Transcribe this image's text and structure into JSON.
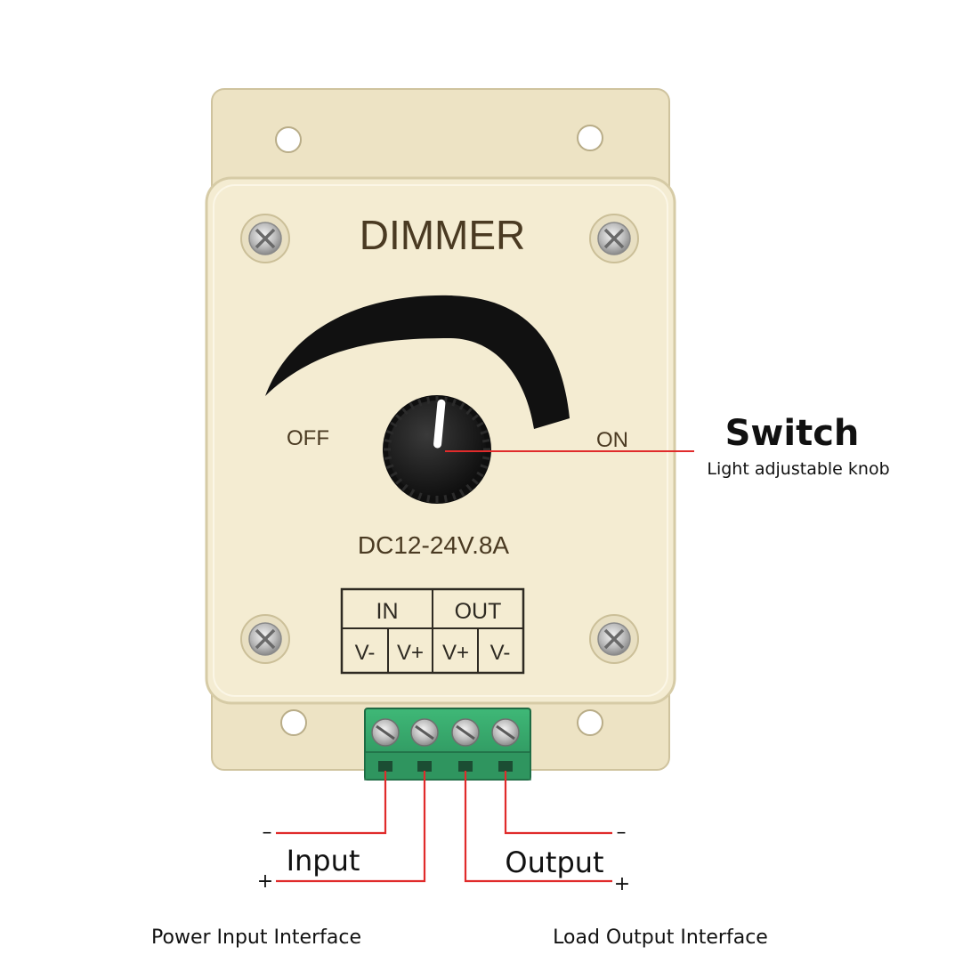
{
  "device": {
    "title": "DIMMER",
    "label_off": "OFF",
    "label_on": "ON",
    "rating": "DC12-24V.8A",
    "knob_level": 0.52,
    "terminal_table": {
      "groups": [
        "IN",
        "OUT"
      ],
      "pins": [
        "V-",
        "V+",
        "V+",
        "V-"
      ]
    }
  },
  "annotations": {
    "switch_title": "Switch",
    "switch_desc": "Light adjustable knob",
    "input_label": "Input",
    "output_label": "Output",
    "input_minus": "–",
    "input_plus": "+",
    "output_minus": "–",
    "output_plus": "+",
    "power_input": "Power Input Interface",
    "load_output": "Load Output Interface"
  },
  "colors": {
    "housing": "#f3ebcf",
    "housing_edge": "#d6cba6",
    "text_brown": "#4a3a22",
    "terminal_green": "#34a36b",
    "wire_red": "#e02b2b",
    "knob": "#151515"
  }
}
